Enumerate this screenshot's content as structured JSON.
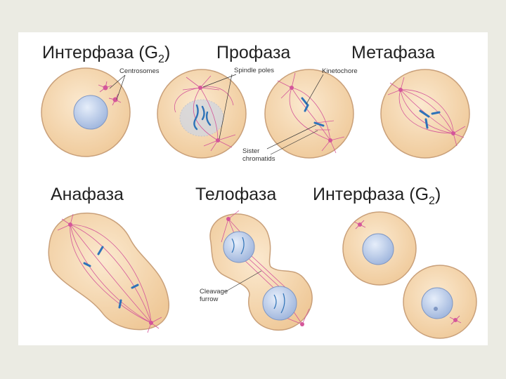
{
  "phases": {
    "interphase_g2_top": {
      "text": "Интерфаза (G",
      "sub": "2",
      "close": ")"
    },
    "prophase": "Профаза",
    "metaphase": "Метафаза",
    "anaphase": "Анафаза",
    "telophase": "Телофаза",
    "interphase_g2_bottom": {
      "text": "Интерфаза (G",
      "sub": "2",
      "close": ")"
    }
  },
  "labels": {
    "centrosomes": "Centrosomes",
    "spindle_poles": "Spindle poles",
    "kinetochore": "Kinetochore",
    "sister_chromatids_1": "Sister",
    "sister_chromatids_2": "chromatids",
    "cleavage_furrow_1": "Cleavage",
    "cleavage_furrow_2": "furrow"
  },
  "colors": {
    "page_background": "#ebebe3",
    "card": "#ffffff",
    "cell_fill": "#f6d9b4",
    "cell_outline": "#c9a07a",
    "nucleus": "#b9cbe6",
    "spindle": "#d4569a",
    "chromosome": "#2e73b8"
  }
}
